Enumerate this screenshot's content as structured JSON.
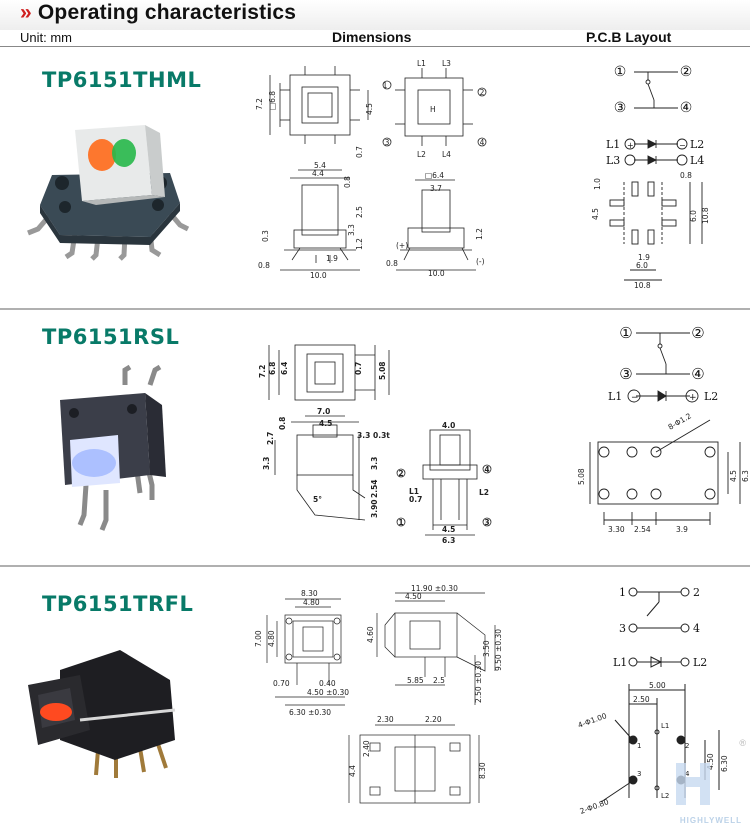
{
  "header": {
    "title": "Operating characteristics",
    "unit": "Unit: mm"
  },
  "columns": {
    "dimensions": "Dimensions",
    "pcb": "P.C.B Layout"
  },
  "sections": [
    {
      "model": "TP6151THML",
      "dims": {
        "h72": "7.2",
        "h68": "□6.8",
        "h45": "4.5",
        "h07": "0.7",
        "w54": "5.4",
        "w44": "4.4",
        "v08": "0.8",
        "v25": "2.5",
        "v33": "3.3",
        "v12": "1.2",
        "v03": "0.3",
        "b08": "0.8",
        "b19": "1.9",
        "b100": "10.0",
        "r64": "□6.4",
        "r37": "3.7",
        "r12": "1.2",
        "r08": "0.8",
        "r100": "10.0",
        "plus": "(+)",
        "minus": "(-)",
        "n1": "1",
        "n2": "2",
        "n3": "3",
        "n4": "4",
        "l1": "L1",
        "l2": "L2",
        "l3": "L3",
        "l4": "L4",
        "led": "H"
      },
      "pcb": {
        "p1": "①",
        "p2": "②",
        "p3": "③",
        "p4": "④",
        "l1": "L1",
        "l2": "L2",
        "l3": "L3",
        "l4": "L4",
        "plus": "+",
        "minus": "−",
        "d08": "0.8",
        "d10": "1.0",
        "d45": "4.5",
        "d60": "6.0",
        "d108": "10.8",
        "d19": "1.9",
        "d60b": "6.0",
        "d108b": "10.8"
      }
    },
    {
      "model": "TP6151RSL",
      "dims": {
        "a72": "7.2",
        "a68": "6.8",
        "a64": "6.4",
        "a07": "0.7",
        "a508": "5.08",
        "b70": "7.0",
        "b45": "4.5",
        "b08": "0.8",
        "b27": "2.7",
        "b33": "3.3",
        "b33t": "0.3t",
        "b33b": "3.3",
        "b33c": "3.3",
        "b254": "2.54",
        "b390": "3.90",
        "b07": "0.7",
        "bl1": "L1",
        "b5s": "5°",
        "c40": "4.0",
        "c45": "4.5",
        "c63": "6.3",
        "cl2": "L2",
        "c1": "1",
        "c2": "2",
        "c3": "3",
        "c4": "4"
      },
      "pcb": {
        "p1": "①",
        "p2": "②",
        "p3": "③",
        "p4": "④",
        "l1": "L1",
        "l2": "L2",
        "plus": "+",
        "minus": "−",
        "hole": "8-Φ1.2",
        "d508": "5.08",
        "d45": "4.5",
        "d63": "6.3",
        "d330": "3.30",
        "d254": "2.54",
        "d39": "3.9"
      }
    },
    {
      "model": "TP6151TRFL",
      "dims": {
        "a830": "8.30",
        "a480": "4.80",
        "a700": "7.00",
        "a480v": "4.80",
        "a070": "0.70",
        "a040": "0.40",
        "a450": "4.50 ±0.30",
        "a630": "6.30 ±0.30",
        "b1190": "11.90 ±0.30",
        "b450": "4.50",
        "b460": "4.60",
        "b350": "3.50",
        "b950": "9.50 ±0.30",
        "b585": "5.85",
        "b25": "2.5",
        "b250": "2.50 ±0.30",
        "c230": "2.30",
        "c220": "2.20",
        "c240": "2.40",
        "c44": "4.4",
        "c830": "8.30"
      },
      "pcb": {
        "p1": "1",
        "p2": "2",
        "p3": "3",
        "p4": "4",
        "l1": "L1",
        "l2": "L2",
        "d500": "5.00",
        "d250": "2.50",
        "hole4": "4-Φ1.00",
        "hole2": "2-Φ0.80",
        "d450": "4.50",
        "d630": "6.30",
        "g1": "1",
        "g2": "2",
        "g3": "3",
        "g4": "4",
        "gl1": "L1",
        "gl2": "L2"
      }
    }
  ],
  "brand": "HIGHLYWELL",
  "colors": {
    "model": "#087a68",
    "chevron": "#d02020",
    "rule": "#b0b0b0"
  }
}
